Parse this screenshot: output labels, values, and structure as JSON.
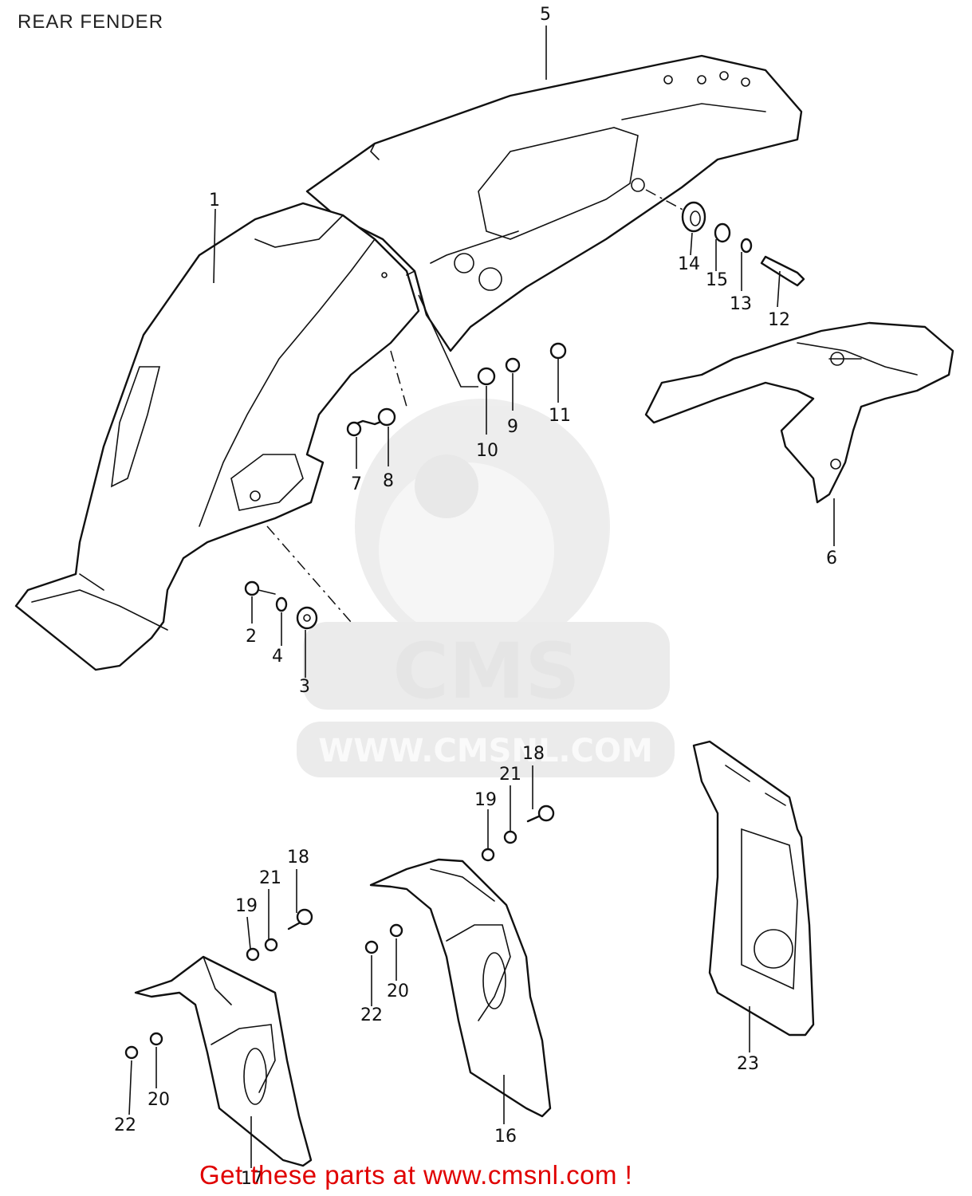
{
  "title": "REAR FENDER",
  "watermark": {
    "brand": "CMS",
    "url": "WWW.CMSNL.COM"
  },
  "footer": {
    "text": "Get these parts at www.cmsnl.com !"
  },
  "parts": [
    "1",
    "2",
    "3",
    "4",
    "5",
    "6",
    "7",
    "8",
    "9",
    "10",
    "11",
    "12",
    "13",
    "14",
    "15",
    "16",
    "17",
    "18",
    "19",
    "20",
    "21",
    "22",
    "23"
  ],
  "callouts": {
    "p5": "5",
    "p1": "1",
    "p14": "14",
    "p15": "15",
    "p13": "13",
    "p12": "12",
    "p10": "10",
    "p9": "9",
    "p11": "11",
    "p7": "7",
    "p8": "8",
    "p6": "6",
    "p2": "2",
    "p4": "4",
    "p3": "3",
    "p18a": "18",
    "p21a": "21",
    "p19a": "19",
    "p18b": "18",
    "p21b": "21",
    "p19b": "19",
    "p22a": "22",
    "p20a": "20",
    "p22b": "22",
    "p20b": "20",
    "p16": "16",
    "p17": "17",
    "p23": "23"
  }
}
